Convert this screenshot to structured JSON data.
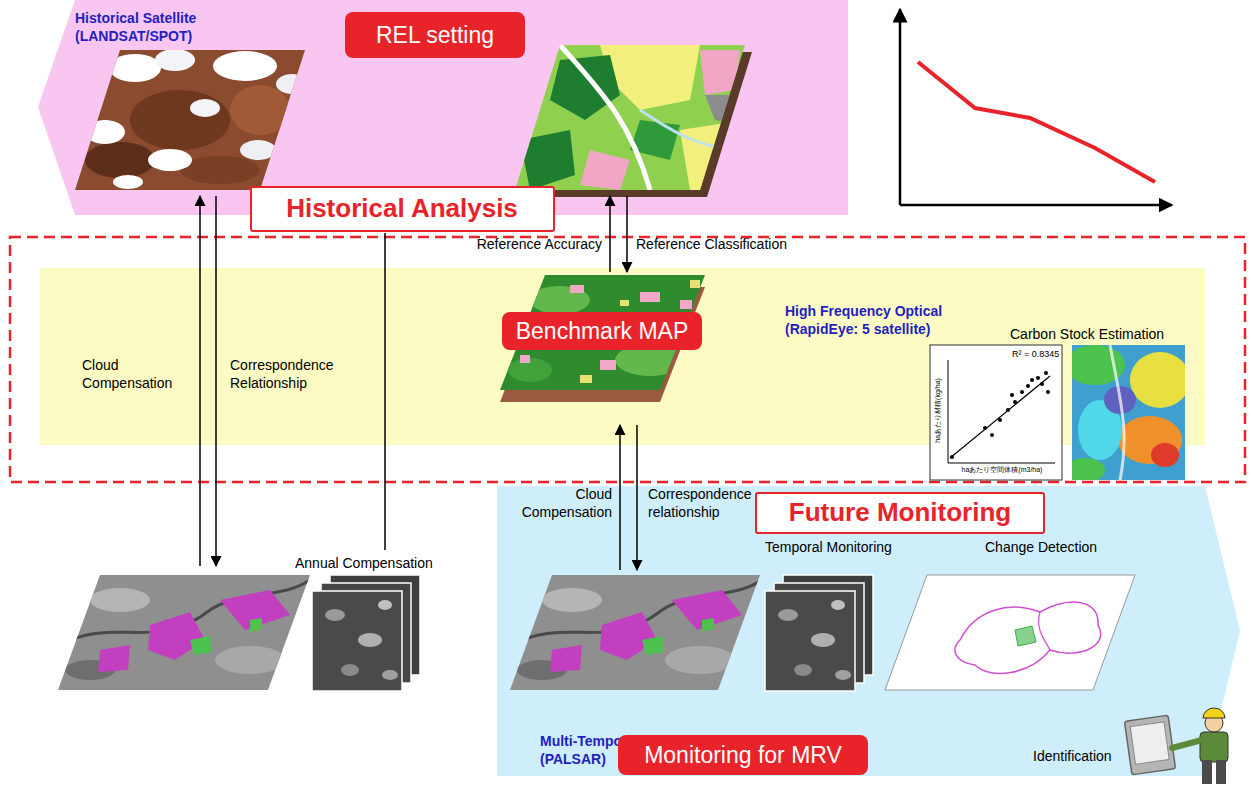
{
  "diagram": {
    "nodes": [
      {
        "text": [
          "Historical Satellite (LANDSAT/SPOT)"
        ]
      },
      {
        "text": [
          "REL setting"
        ],
        "in": 0
      },
      {
        "text": [
          "Historical Analysis"
        ]
      },
      {
        "text": [
          "High Frequency Optical (RapidEye: 5 satellite)"
        ]
      },
      {
        "text": [
          "Benchmark MAP"
        ],
        "in": 3
      },
      {
        "text": [
          "Future Monitoring"
        ]
      },
      {
        "text": [
          "Multi-Temporal SAR (PALSAR)"
        ]
      },
      {
        "text": [
          "Monitoring for MRV"
        ],
        "in": 6
      }
    ],
    "labels": [
      "Cloud Compensation",
      "Correspondence Relationship",
      "Reference Accuracy",
      "Reference Classification",
      "Carbon Stock Estimation",
      "R² = 0.8345",
      "haあたり材積(kg/ha)",
      "haあたり空間体積(m3/ha)",
      "Cloud Compensation",
      "Correspondence relationship",
      "Annual Compensation",
      "Temporal Monitoring",
      "Change Detection",
      "Identification"
    ]
  }
}
